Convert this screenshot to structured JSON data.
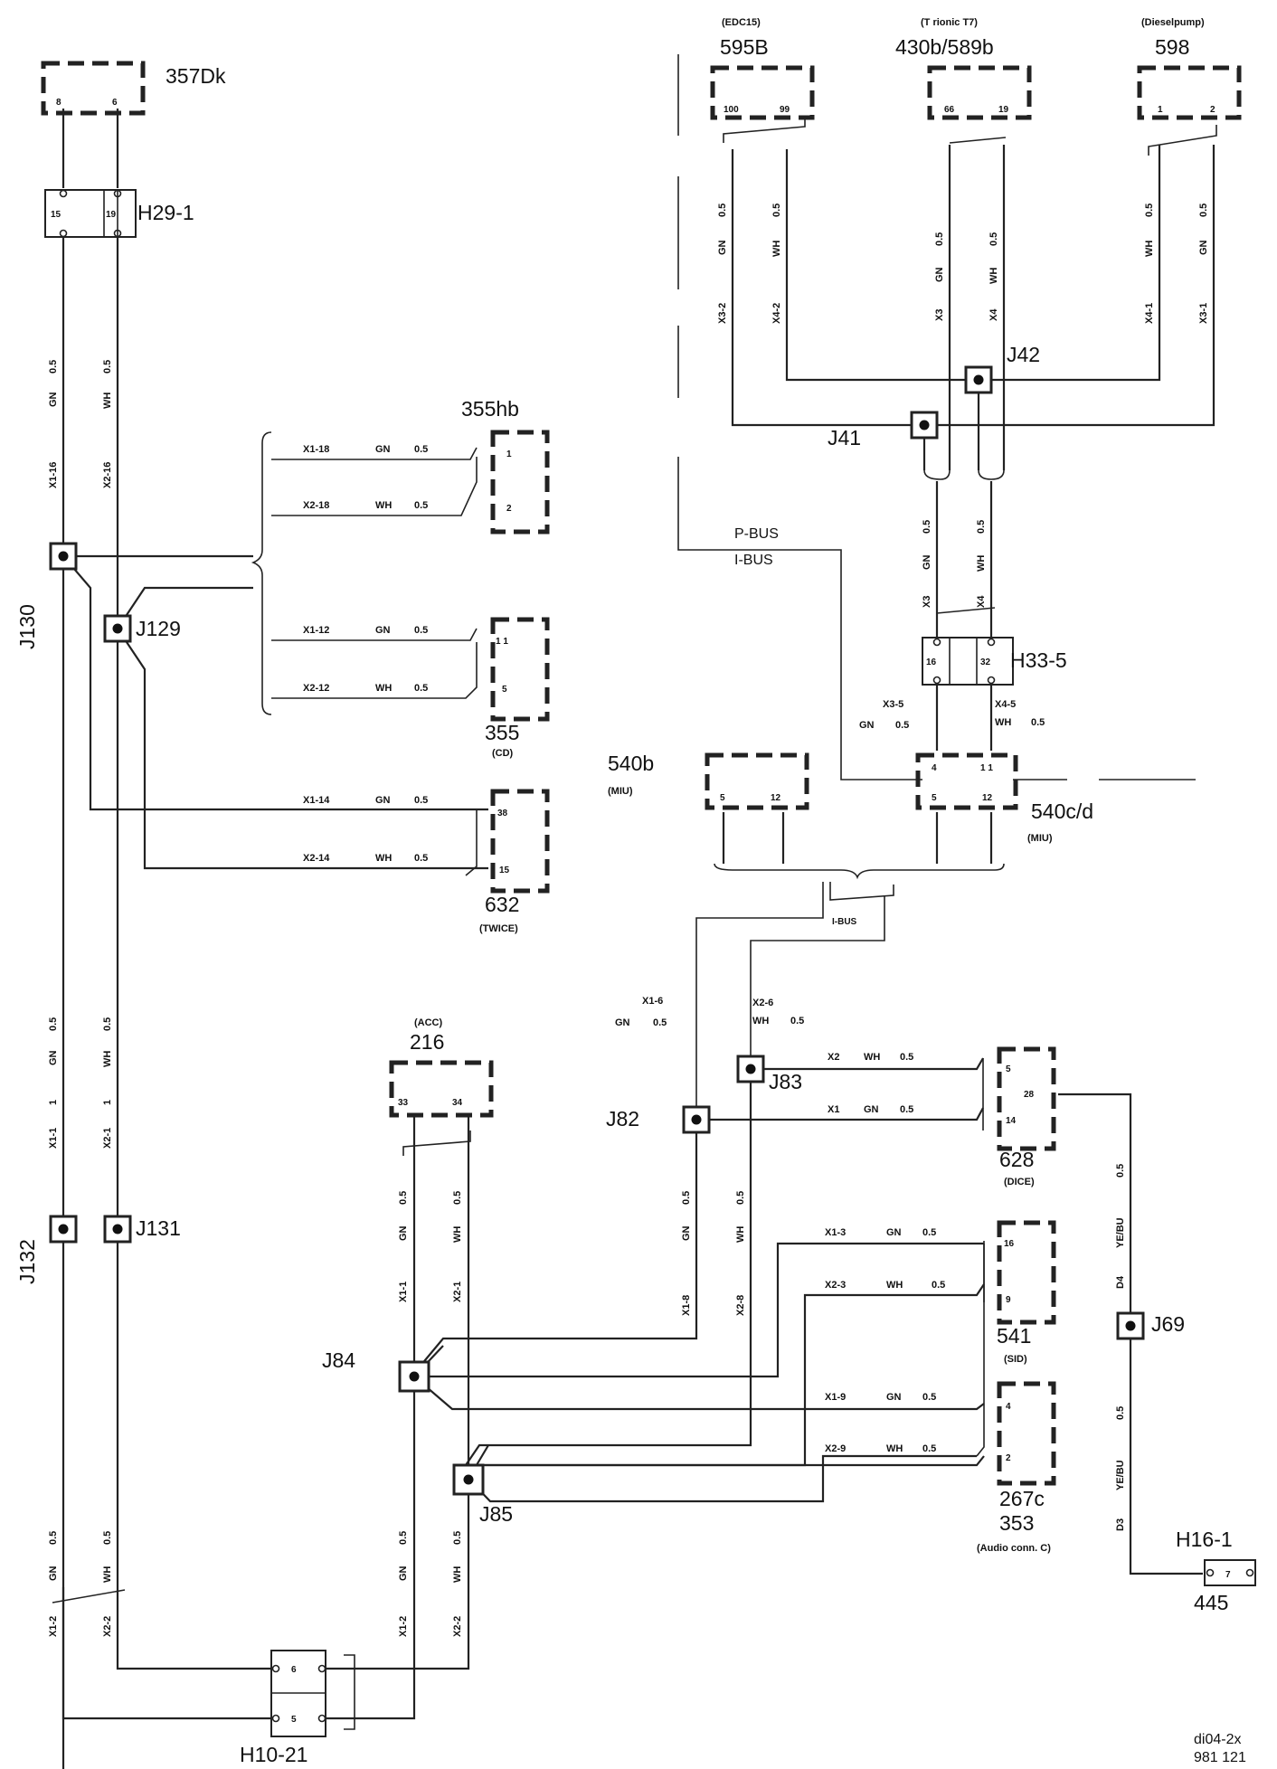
{
  "components": {
    "c357dk": {
      "id": "357Dk",
      "pins": [
        "8",
        "6"
      ]
    },
    "c595b": {
      "id": "595B",
      "note": "(EDC15)",
      "pins": [
        "100",
        "99"
      ]
    },
    "c430": {
      "id": "430b/589b",
      "note": "(T  rionic       T7)",
      "pins": [
        "66",
        "19"
      ]
    },
    "c598": {
      "id": "598",
      "note": "(Dieselpump)",
      "pins": [
        "1",
        "2"
      ]
    },
    "c355hb": {
      "id": "355hb",
      "pins": [
        "1",
        "2"
      ]
    },
    "c355": {
      "id": "355",
      "note": "(CD)",
      "pins": [
        "1 1",
        "5"
      ]
    },
    "c632": {
      "id": "632",
      "note": "(TWICE)",
      "pins": [
        "38",
        "15"
      ]
    },
    "c540b": {
      "id": "540b",
      "note": "(MIU)",
      "pins": [
        "5",
        "12"
      ]
    },
    "c540cd": {
      "id": "540c/d",
      "note": "(MIU)",
      "pins": [
        "4",
        "1 1",
        "5",
        "12"
      ]
    },
    "c216": {
      "id": "216",
      "note": "(ACC)",
      "pins": [
        "33",
        "34"
      ]
    },
    "c628": {
      "id": "628",
      "note": "(DICE)",
      "pins": [
        "5",
        "28",
        "14"
      ]
    },
    "c541": {
      "id": "541",
      "note": "(SID)",
      "pins": [
        "16",
        "9"
      ]
    },
    "c267c": {
      "id": "267c",
      "id2": "353",
      "note": "(Audio conn. C)",
      "pins": [
        "4",
        "2"
      ]
    },
    "c445": {
      "id": "445",
      "pins": [
        "7"
      ]
    }
  },
  "connectors": {
    "h29": {
      "id": "H29-1",
      "pins": [
        "15",
        "19"
      ]
    },
    "h33": {
      "id": "H33-5",
      "pins": [
        "16",
        "32"
      ]
    },
    "h10": {
      "id": "H10-21",
      "pins": [
        "6",
        "5"
      ]
    },
    "h16": {
      "id": "H16-1"
    }
  },
  "junctions": {
    "j130": "J130",
    "j129": "J129",
    "j132": "J132",
    "j131": "J131",
    "j41": "J41",
    "j42": "J42",
    "j82": "J82",
    "j83": "J83",
    "j84": "J84",
    "j85": "J85",
    "j69": "J69"
  },
  "buses": {
    "pbus": "P-BUS",
    "ibus": "I-BUS",
    "ibus_small": "I-BUS"
  },
  "wire_labels": {
    "gn": "GN",
    "wh": "WH",
    "gauge": "0.5",
    "yebu": "YE/BU",
    "one": "1",
    "x1_16": "X1-16",
    "x2_16": "X2-16",
    "x1_1": "X1-1",
    "x2_1": "X2-1",
    "x1_2": "X1-2",
    "x2_2": "X2-2",
    "x1_18": "X1-18",
    "x2_18": "X2-18",
    "x1_12": "X1-12",
    "x2_12": "X2-12",
    "x1_14": "X1-14",
    "x2_14": "X2-14",
    "x3_2": "X3-2",
    "x4_2": "X4-2",
    "x3": "X3",
    "x4": "X4",
    "x4_1": "X4-1",
    "x3_1": "X3-1",
    "x3_5": "X3-5",
    "x4_5": "X4-5",
    "x1_6": "X1-6",
    "x2_6": "X2-6",
    "x1_8": "X1-8",
    "x2_8": "X2-8",
    "x1": "X1",
    "x2": "X2",
    "x1_3": "X1-3",
    "x2_3": "X2-3",
    "x1_9": "X1-9",
    "x2_9": "X2-9",
    "d4": "D4",
    "d3": "D3"
  },
  "footer": {
    "doc": "di04-2x",
    "num": "981   121"
  }
}
